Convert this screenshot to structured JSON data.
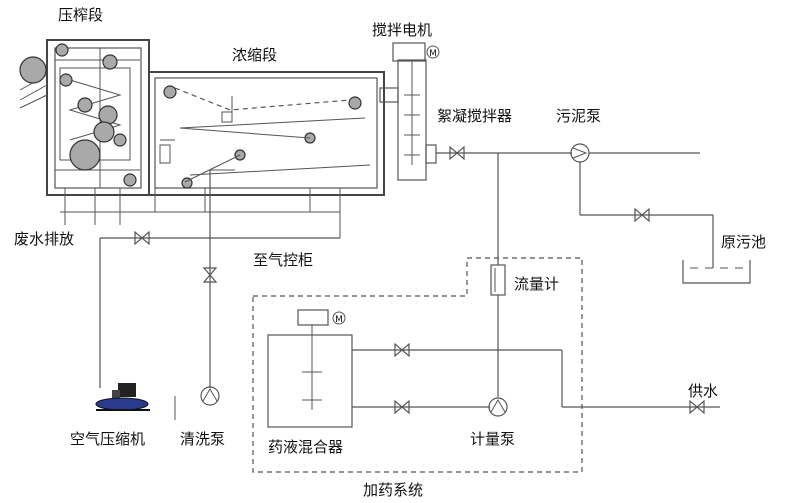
{
  "labels": {
    "press_section": "压榨段",
    "thickening_section": "浓缩段",
    "mixer_motor": "搅拌电机",
    "flocculation_mixer": "絮凝搅拌器",
    "sludge_pump": "污泥泵",
    "raw_sludge_tank": "原污池",
    "flow_meter": "流量计",
    "wastewater_discharge": "废水排放",
    "to_gas_control_cabinet": "至气控柜",
    "water_supply": "供水",
    "air_compressor": "空气压缩机",
    "cleaning_pump": "清洗泵",
    "chemical_mixer": "药液混合器",
    "metering_pump": "计量泵",
    "dosing_system": "加药系统",
    "motor_symbol": "M"
  },
  "colors": {
    "line": "#555555",
    "roller": "#a9a9a9",
    "compressor_base": "#2a3a8c"
  }
}
